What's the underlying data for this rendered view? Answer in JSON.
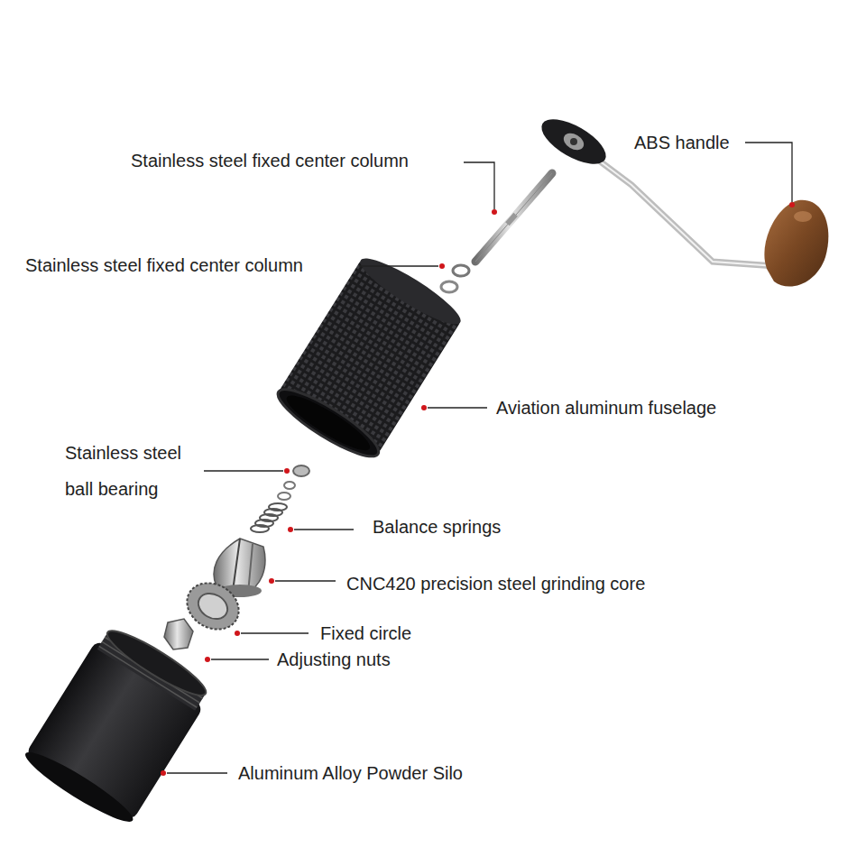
{
  "diagram": {
    "labels": [
      "Stainless steel fixed center column",
      "ABS handle",
      "Stainless steel fixed center column",
      "Aviation aluminum fuselage",
      "Stainless steel ball bearing",
      "Balance springs",
      "CNC420 precision steel grinding core",
      "Fixed circle",
      "Adjusting nuts",
      "Aluminum Alloy Powder Silo"
    ]
  }
}
